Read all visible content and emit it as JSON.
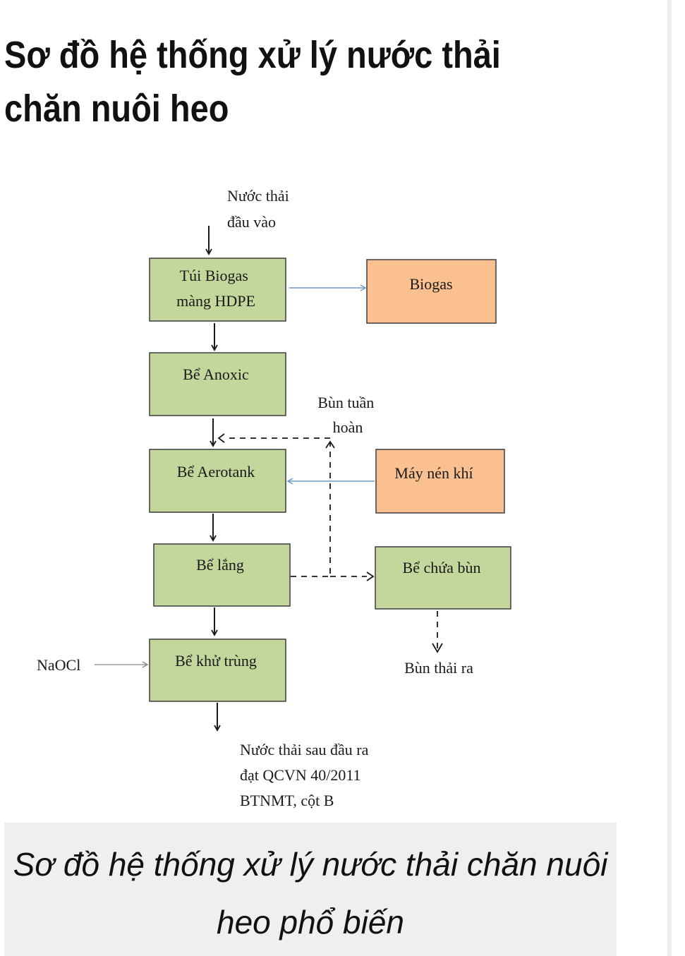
{
  "page": {
    "title": "Sơ đồ hệ thống xử lý nước thải chăn nuôi heo",
    "caption": "Sơ đồ hệ thống xử lý nước thải chăn nuôi heo phổ biến"
  },
  "diagram": {
    "input_label": [
      "Nước thải",
      "đầu vào"
    ],
    "nodes": {
      "biogas_bag": [
        "Túi Biogas",
        "màng HDPE"
      ],
      "biogas": "Biogas",
      "anoxic": "Bể Anoxic",
      "aerotank": "Bể Aerotank",
      "compressor": "Máy nén khí",
      "settling": "Bể lắng",
      "sludge_tank": "Bể chứa bùn",
      "disinfection": "Bể khử trùng"
    },
    "labels": {
      "recirculation": [
        "Bùn tuần",
        "hoàn"
      ],
      "naocl": "NaOCl",
      "sludge_out": "Bùn thải ra",
      "output": [
        "Nước thải sau đầu ra",
        "đạt QCVN 40/2011",
        "BTNMT, cột B"
      ]
    },
    "colors": {
      "process_fill": "#c3d69b",
      "process_stroke": "#3d3d3d",
      "aux_fill": "#fac090",
      "blue_line": "#6e9ac8",
      "gray_line": "#8a8a8a",
      "arrow": "#1a1a1a"
    }
  }
}
